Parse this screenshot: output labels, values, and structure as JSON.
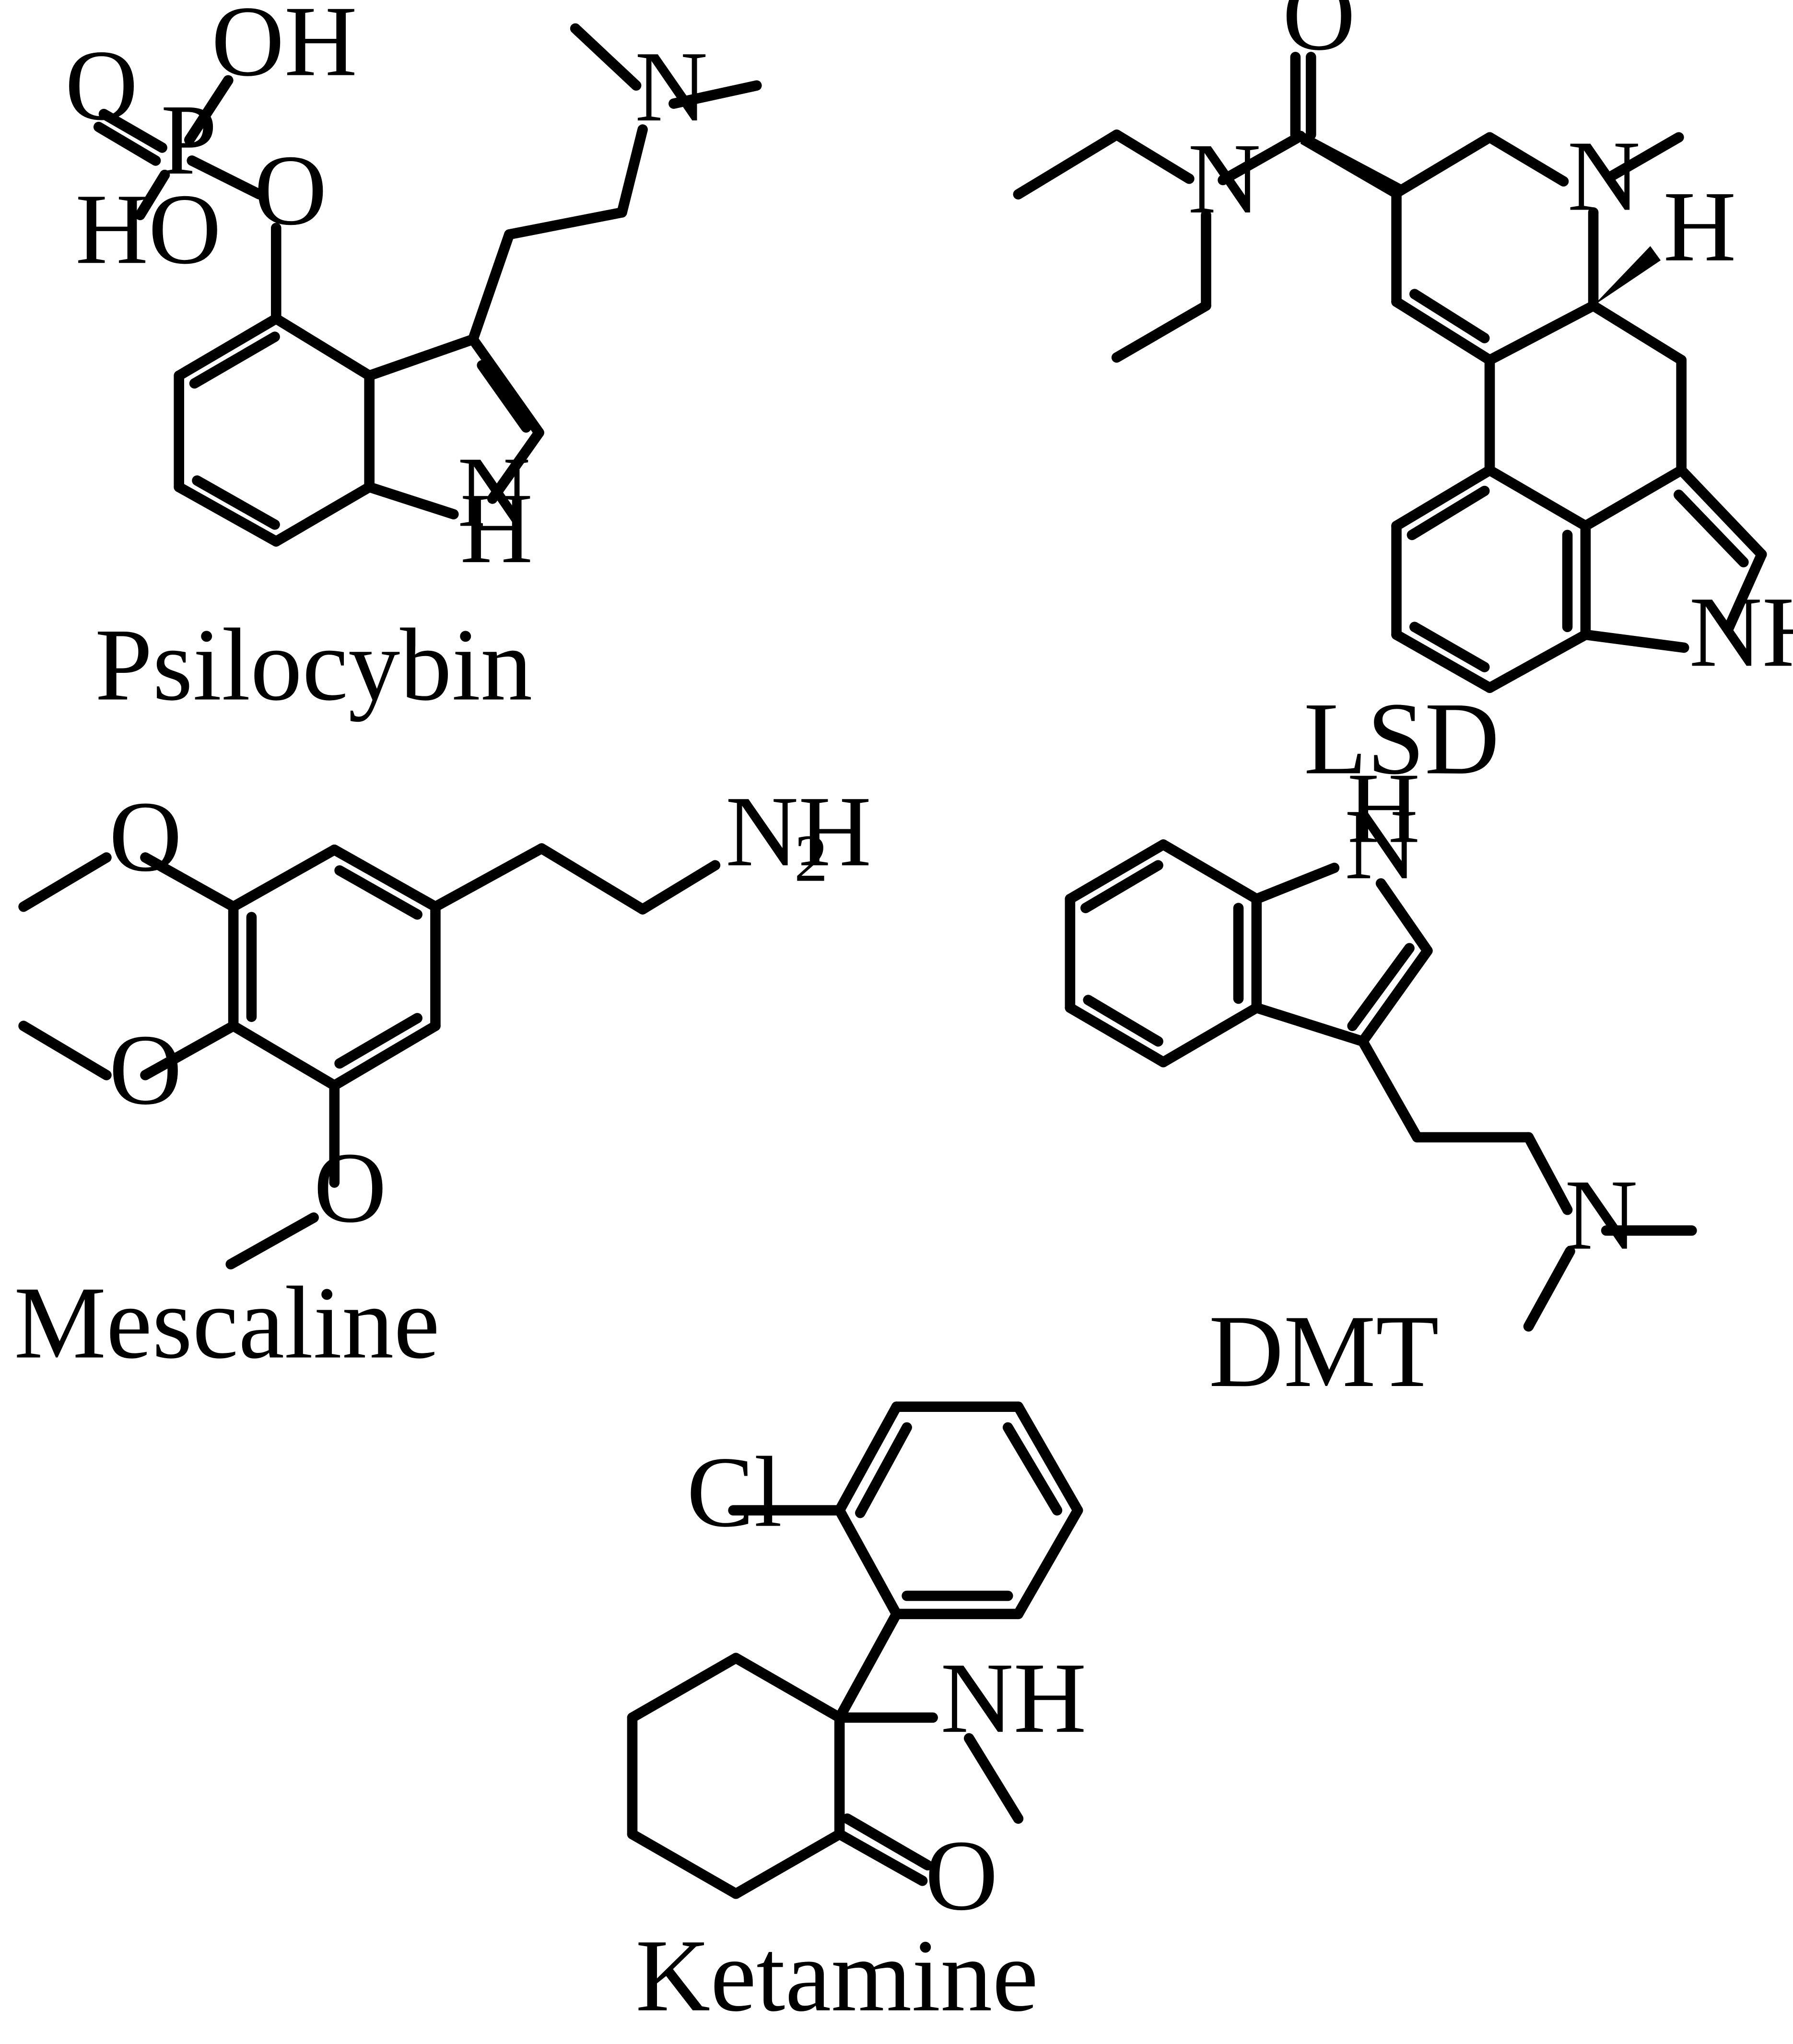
{
  "molecules": {
    "psilocybin": {
      "name": "Psilocybin",
      "atoms": {
        "oh_top": "OH",
        "o_double": "O",
        "p": "P",
        "ho_left": "HO",
        "o_ester": "O",
        "n_amine": "N",
        "n_ring": "N",
        "h_ring": "H"
      }
    },
    "lsd": {
      "name": "LSD",
      "atoms": {
        "o_carbonyl": "O",
        "n_amide": "N",
        "n_ring": "N",
        "h_stereo": "H",
        "nh_indole": "NH"
      }
    },
    "mescaline": {
      "name": "Mescaline",
      "atoms": {
        "o_top": "O",
        "o_mid": "O",
        "o_bottom": "O",
        "nh2": "NH",
        "nh2_sub": "2"
      }
    },
    "dmt": {
      "name": "DMT",
      "atoms": {
        "h_indole": "H",
        "n_indole": "N",
        "n_amine": "N"
      }
    },
    "ketamine": {
      "name": "Ketamine",
      "atoms": {
        "cl": "Cl",
        "nh": "NH",
        "o_ketone": "O"
      }
    }
  }
}
